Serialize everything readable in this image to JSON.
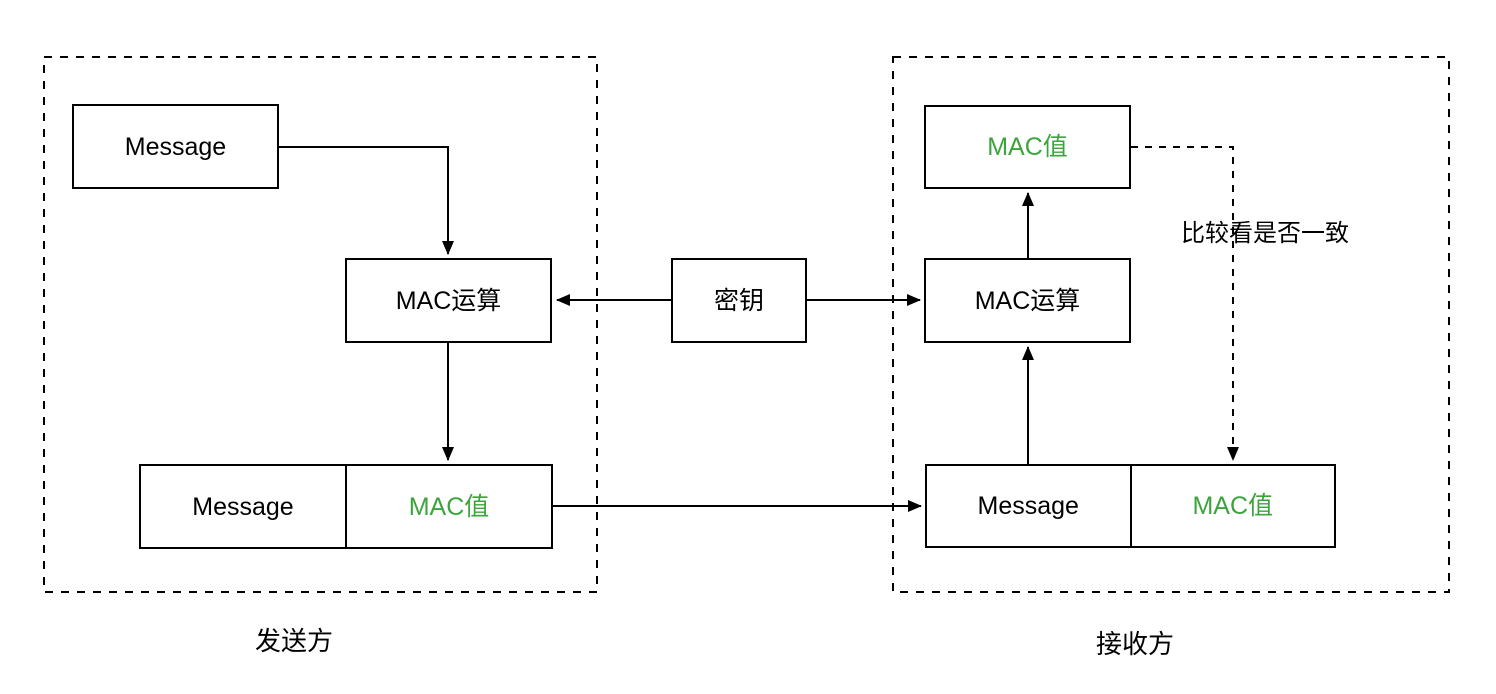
{
  "diagram": {
    "sender": {
      "region_label": "发送方",
      "message_box_label": "Message",
      "mac_operation_label": "MAC运算",
      "combined": {
        "message_label": "Message",
        "mac_value_label": "MAC值"
      }
    },
    "key_label": "密钥",
    "receiver": {
      "region_label": "接收方",
      "mac_value_label": "MAC值",
      "mac_operation_label": "MAC运算",
      "combined": {
        "message_label": "Message",
        "mac_value_label": "MAC值"
      },
      "compare_note": "比较看是否一致"
    },
    "colors": {
      "mac_value_green": "#3DA43D",
      "line_black": "#000000",
      "background_white": "#FFFFFF"
    }
  }
}
